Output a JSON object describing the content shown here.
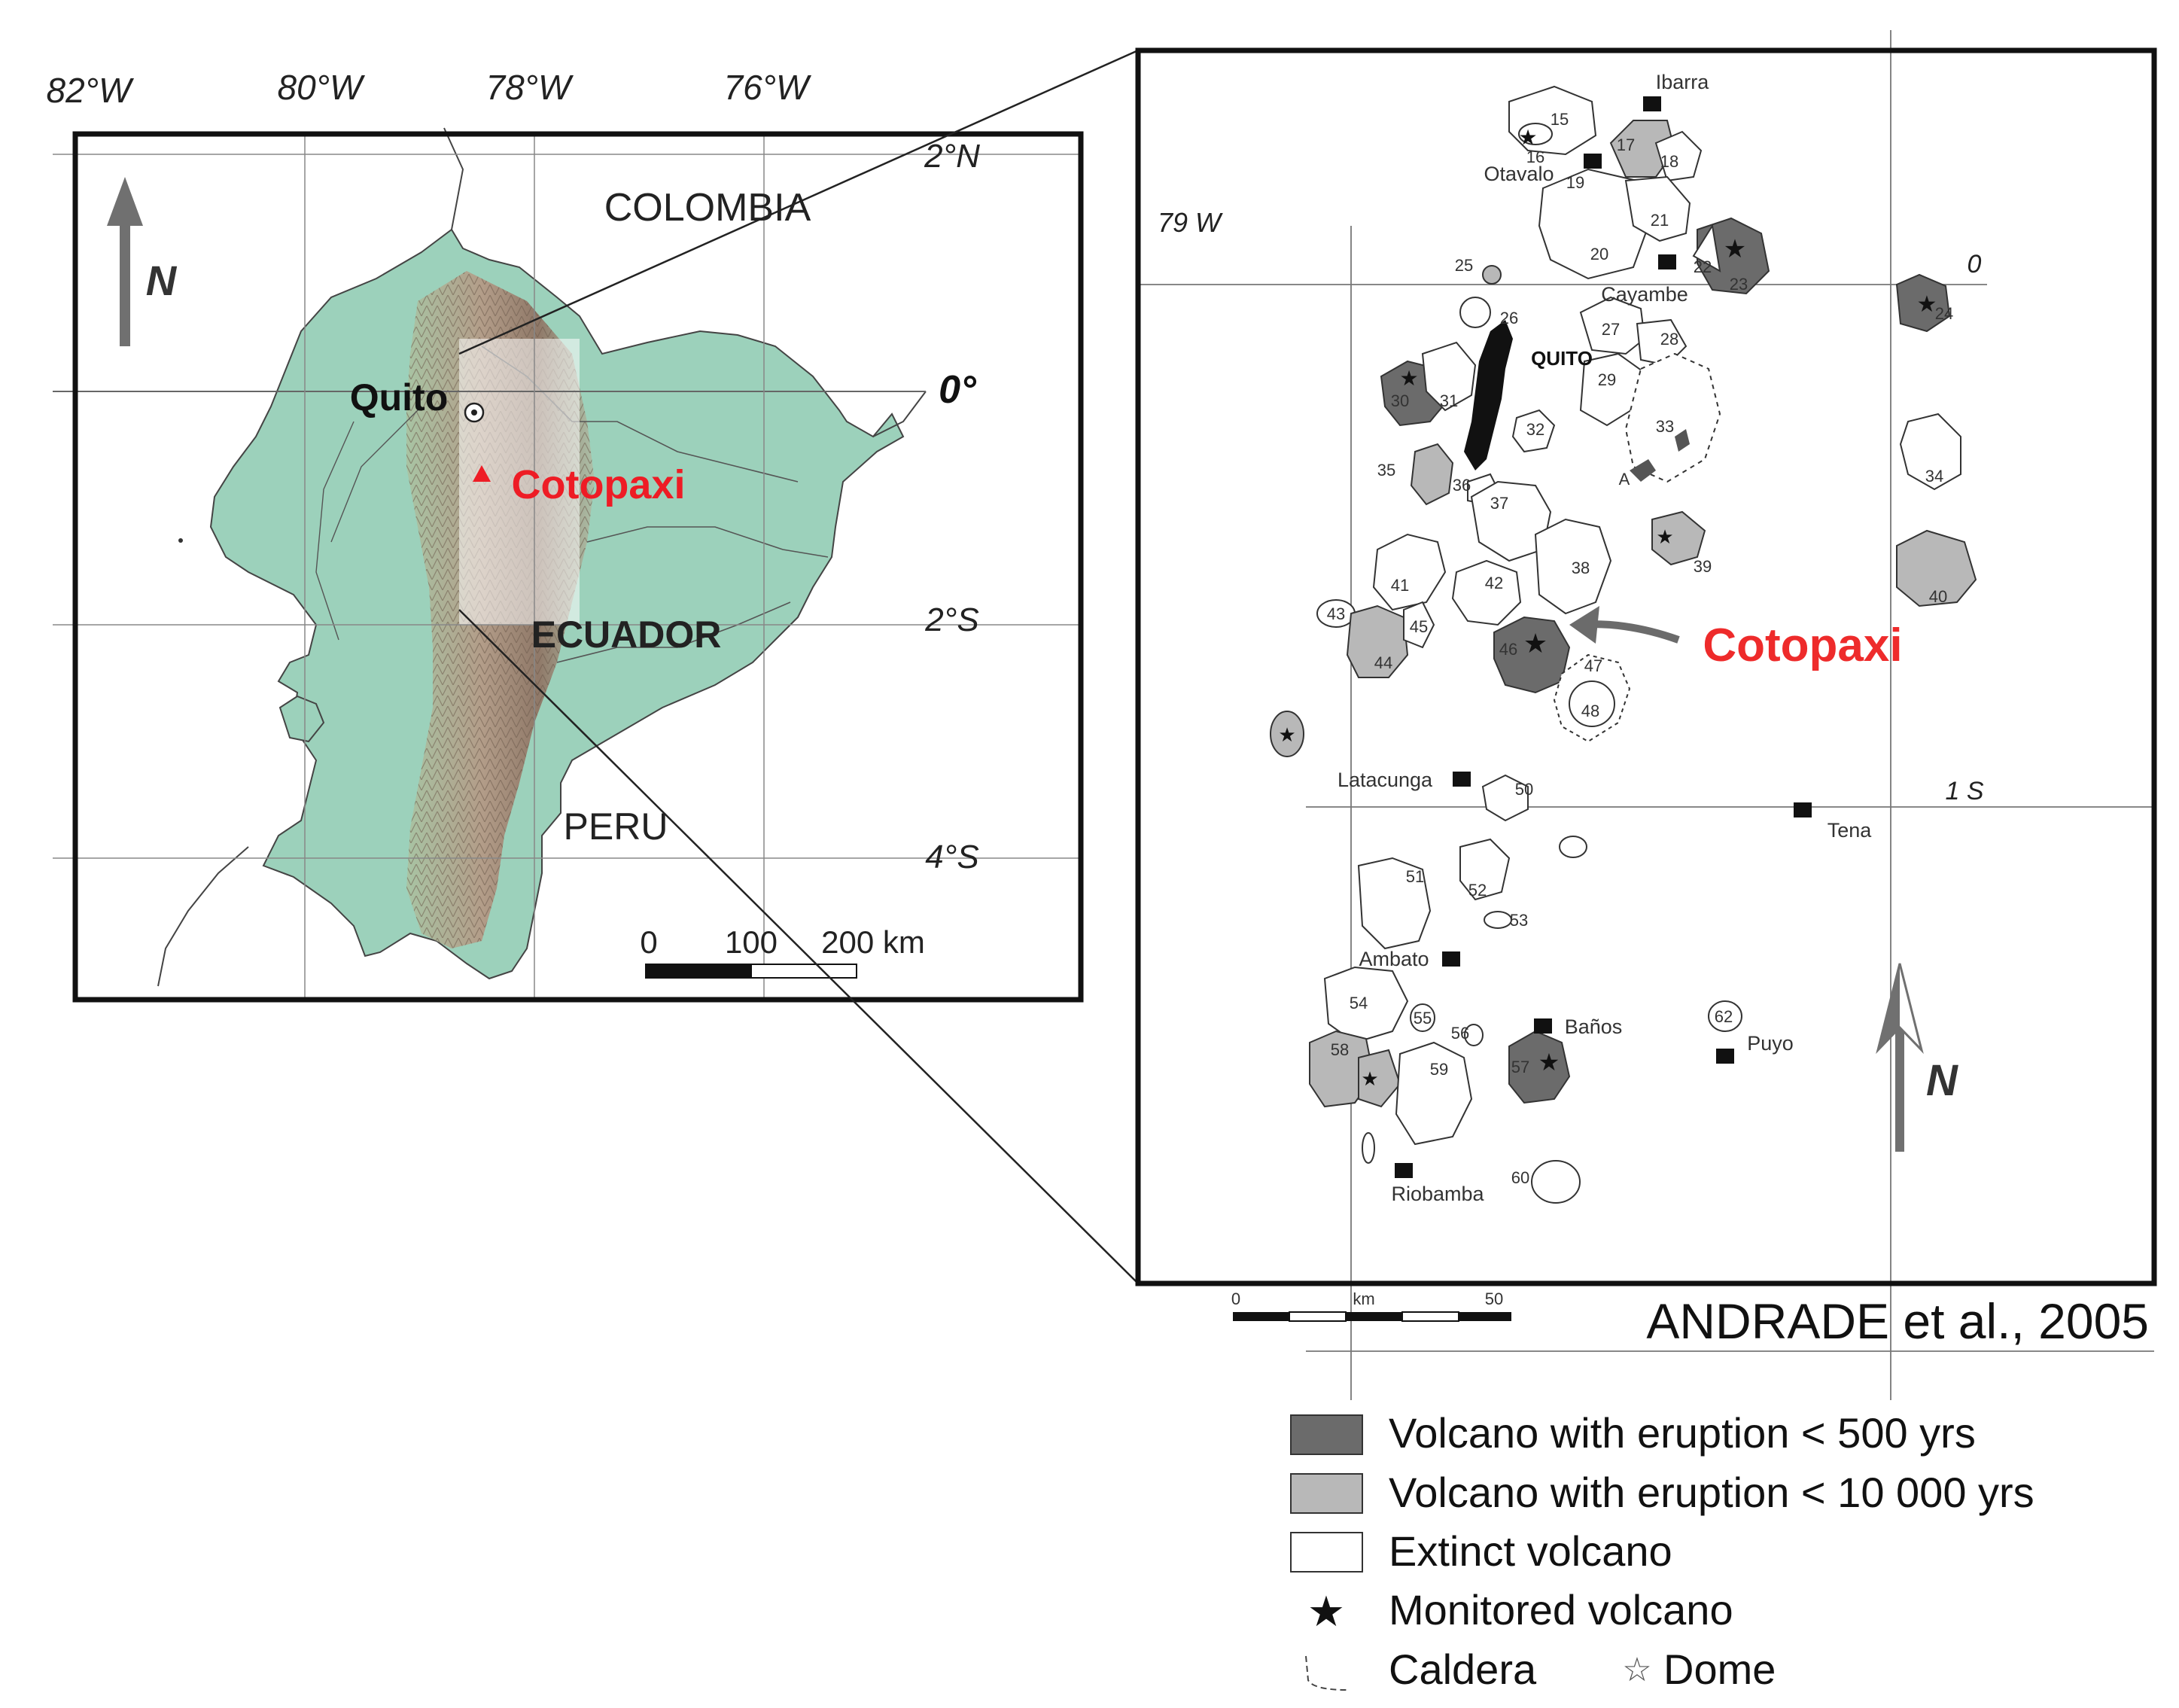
{
  "left_map": {
    "lon_labels": [
      "82°W",
      "80°W",
      "78°W",
      "76°W"
    ],
    "lat_labels": [
      "2°N",
      "0°",
      "2°S",
      "4°S"
    ],
    "north_label": "N",
    "countries": {
      "colombia": "COLOMBIA",
      "ecuador": "ECUADOR",
      "peru": "PERU"
    },
    "cities": {
      "quito": "Quito"
    },
    "highlight": {
      "name": "Cotopaxi",
      "color": "#ee1c25"
    },
    "scale": {
      "labels": [
        "0",
        "100",
        "200 km"
      ]
    }
  },
  "right_map": {
    "lon_label": "79 W",
    "lat_labels": [
      "0",
      "1 S"
    ],
    "north_label": "N",
    "cities": [
      {
        "id": "ibarra",
        "name": "Ibarra"
      },
      {
        "id": "otavalo",
        "name": "Otavalo"
      },
      {
        "id": "cayambe",
        "name": "Cayambe"
      },
      {
        "id": "quito",
        "name": "QUITO"
      },
      {
        "id": "latacunga",
        "name": "Latacunga"
      },
      {
        "id": "tena",
        "name": "Tena"
      },
      {
        "id": "ambato",
        "name": "Ambato"
      },
      {
        "id": "banos",
        "name": "Baños"
      },
      {
        "id": "puyo",
        "name": "Puyo"
      },
      {
        "id": "riobamba",
        "name": "Riobamba"
      }
    ],
    "volcano_numbers": [
      "15",
      "16",
      "17",
      "18",
      "19",
      "20",
      "21",
      "22",
      "23",
      "24",
      "25",
      "26",
      "27",
      "28",
      "29",
      "30",
      "31",
      "32",
      "33",
      "34",
      "35",
      "36",
      "37",
      "38",
      "39",
      "40",
      "41",
      "42",
      "43",
      "44",
      "45",
      "46",
      "47",
      "48",
      "50",
      "51",
      "52",
      "53",
      "54",
      "55",
      "56",
      "57",
      "58",
      "59",
      "60",
      "62"
    ],
    "letter_marker": "A",
    "highlight": {
      "name": "Cotopaxi",
      "color": "#ee2b2b"
    },
    "scale": {
      "labels": [
        "0",
        "km",
        "50"
      ]
    },
    "credit": "ANDRADE et al., 2005"
  },
  "legend": {
    "items": [
      {
        "label": "Volcano with eruption < 500 yrs",
        "swatch": "#6b6b6b"
      },
      {
        "label": "Volcano with eruption < 10 000 yrs",
        "swatch": "#b8b8b8"
      },
      {
        "label": "Extinct volcano",
        "swatch": "#ffffff"
      },
      {
        "label": "Monitored volcano",
        "symbol": "star-icon"
      },
      {
        "label": "Caldera",
        "symbol": "caldera-icon"
      },
      {
        "label": "Dome",
        "symbol": "dome-icon"
      }
    ]
  }
}
